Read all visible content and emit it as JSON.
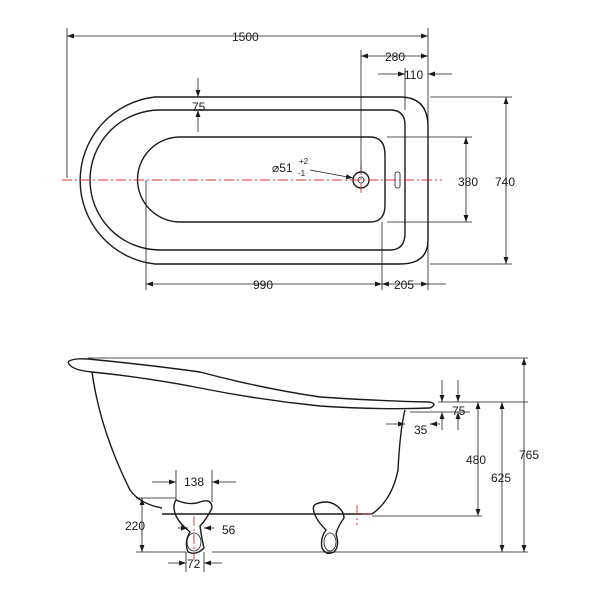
{
  "diagram": {
    "top_view": {
      "overall_length": "1500",
      "waste_offset": "280",
      "rim_offset": "110",
      "rim_width": "75",
      "waste_diameter_main": "⌀51",
      "waste_tolerance_plus": "+2",
      "waste_tolerance_minus": "-1",
      "inner_width": "380",
      "overall_width": "740",
      "inner_length": "990",
      "end_offset": "205"
    },
    "side_view": {
      "rim_thickness": "75",
      "foot_inset": "35",
      "base_height": "480",
      "floor_to_rim_low": "625",
      "floor_to_rim_high": "765",
      "foot_spacing": "138",
      "foot_height": "220",
      "foot_width": "56",
      "foot_base": "72"
    }
  }
}
